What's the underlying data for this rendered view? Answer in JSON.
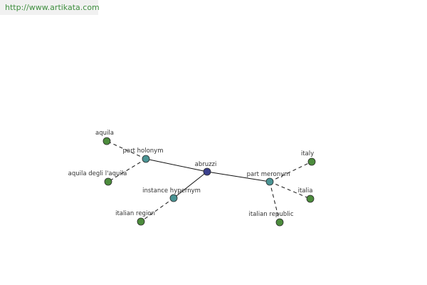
{
  "header": {
    "url": "http://www.artikata.com"
  },
  "colors": {
    "center_node": "#3a3f8c",
    "relation_node": "#4a9494",
    "leaf_node": "#4c8c3c",
    "node_stroke": "#2a2a2a",
    "edge": "#111111",
    "banner_bg": "#f1f1f1",
    "banner_text": "#3f8f3f"
  },
  "graph": {
    "center": {
      "id": "abruzzi",
      "label": "abruzzi"
    },
    "relations": [
      {
        "id": "part-holonym",
        "label": "part holonym"
      },
      {
        "id": "instance-hypernym",
        "label": "instance hypernym"
      },
      {
        "id": "part-meronym",
        "label": "part meronym"
      }
    ],
    "leaves": [
      {
        "id": "aquila",
        "label": "aquila",
        "relation": "part-holonym"
      },
      {
        "id": "aquila-degli-l-aquila",
        "label": "aquila degli l'aquila",
        "relation": "part-holonym"
      },
      {
        "id": "italian-region",
        "label": "italian region",
        "relation": "instance-hypernym"
      },
      {
        "id": "italy",
        "label": "italy",
        "relation": "part-meronym"
      },
      {
        "id": "italia",
        "label": "italia",
        "relation": "part-meronym"
      },
      {
        "id": "italian-republic",
        "label": "italian republic",
        "relation": "part-meronym"
      }
    ]
  }
}
